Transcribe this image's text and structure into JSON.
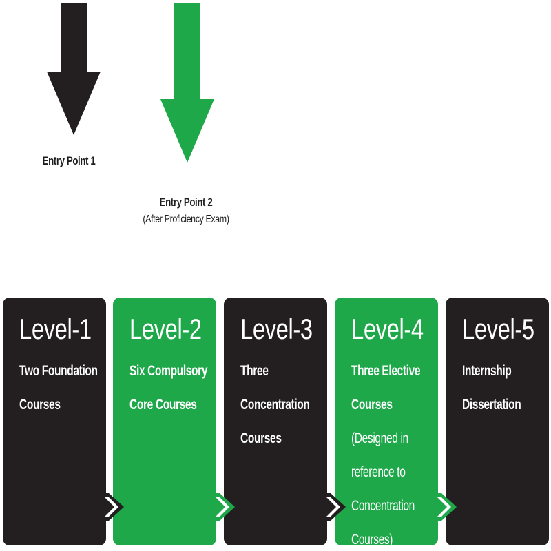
{
  "entries": [
    {
      "label": "Entry Point 1",
      "sub": "",
      "color": "#231f20"
    },
    {
      "label": "Entry Point 2",
      "sub": "(After Proficiency Exam)",
      "color": "#1ea84a"
    }
  ],
  "colors": {
    "dark": "#231f20",
    "green": "#1ea84a"
  },
  "levels": [
    {
      "title": "Level-1",
      "desc_bold": "Two Foundation Courses",
      "desc_normal": ""
    },
    {
      "title": "Level-2",
      "desc_bold": "Six Compulsory Core Courses",
      "desc_normal": ""
    },
    {
      "title": "Level-3",
      "desc_bold": "Three Concentration Courses",
      "desc_normal": ""
    },
    {
      "title": "Level-4",
      "desc_bold": "Three Elective Courses",
      "desc_normal": " (Designed in reference to Concentration Courses)"
    },
    {
      "title": "Level-5",
      "desc_bold": "Internship Dissertation",
      "desc_normal": ""
    }
  ]
}
